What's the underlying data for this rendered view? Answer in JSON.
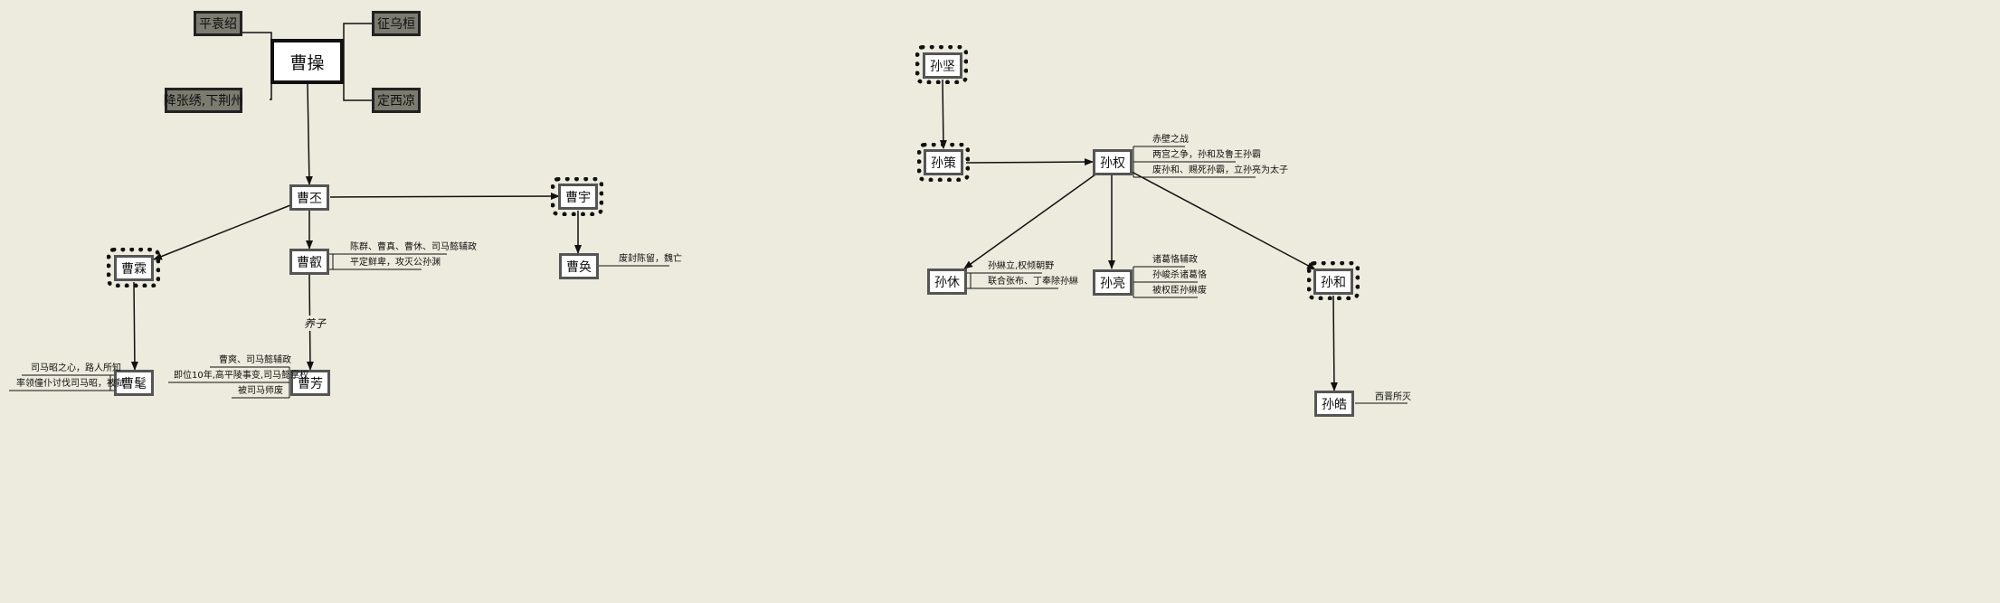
{
  "wei": {
    "caocao": "曹操",
    "tags": [
      "平袁绍",
      "征乌桓",
      "降张绣,下荆州",
      "定西凉"
    ],
    "caopi": "曹丕",
    "caoyu": "曹宇",
    "caohuan": "曹奂",
    "caolin": "曹霖",
    "caorui": "曹叡",
    "caomao": "曹髦",
    "caofang": "曹芳",
    "adopt_label": "养子",
    "caorui_notes": [
      "陈群、曹真、曹休、司马懿辅政",
      "平定鲜卑，攻灭公孙渊"
    ],
    "caohuan_notes": [
      "废封陈留，魏亡"
    ],
    "caomao_notes": [
      "司马昭之心，路人所知",
      "率领僮仆讨伐司马昭，被弑"
    ],
    "caofang_notes": [
      "曹爽、司马懿辅政",
      "即位10年,高平陵事变,司马懿掌权",
      "被司马师废"
    ]
  },
  "wu": {
    "sunjian": "孙坚",
    "sunce": "孙策",
    "sunquan": "孙权",
    "sunxiu": "孙休",
    "sunliang": "孙亮",
    "sunhe": "孙和",
    "sunhao": "孙皓",
    "sunquan_notes": [
      "赤壁之战",
      "两宫之争，孙和及鲁王孙霸",
      "废孙和、赐死孙霸，立孙亮为太子"
    ],
    "sunxiu_notes": [
      "孙綝立,权倾朝野",
      "联合张布、丁奉除孙綝"
    ],
    "sunliang_notes": [
      "诸葛恪辅政",
      "孙峻杀诸葛恪",
      "被权臣孙綝废"
    ],
    "sunhao_notes": [
      "西晋所灭"
    ]
  }
}
